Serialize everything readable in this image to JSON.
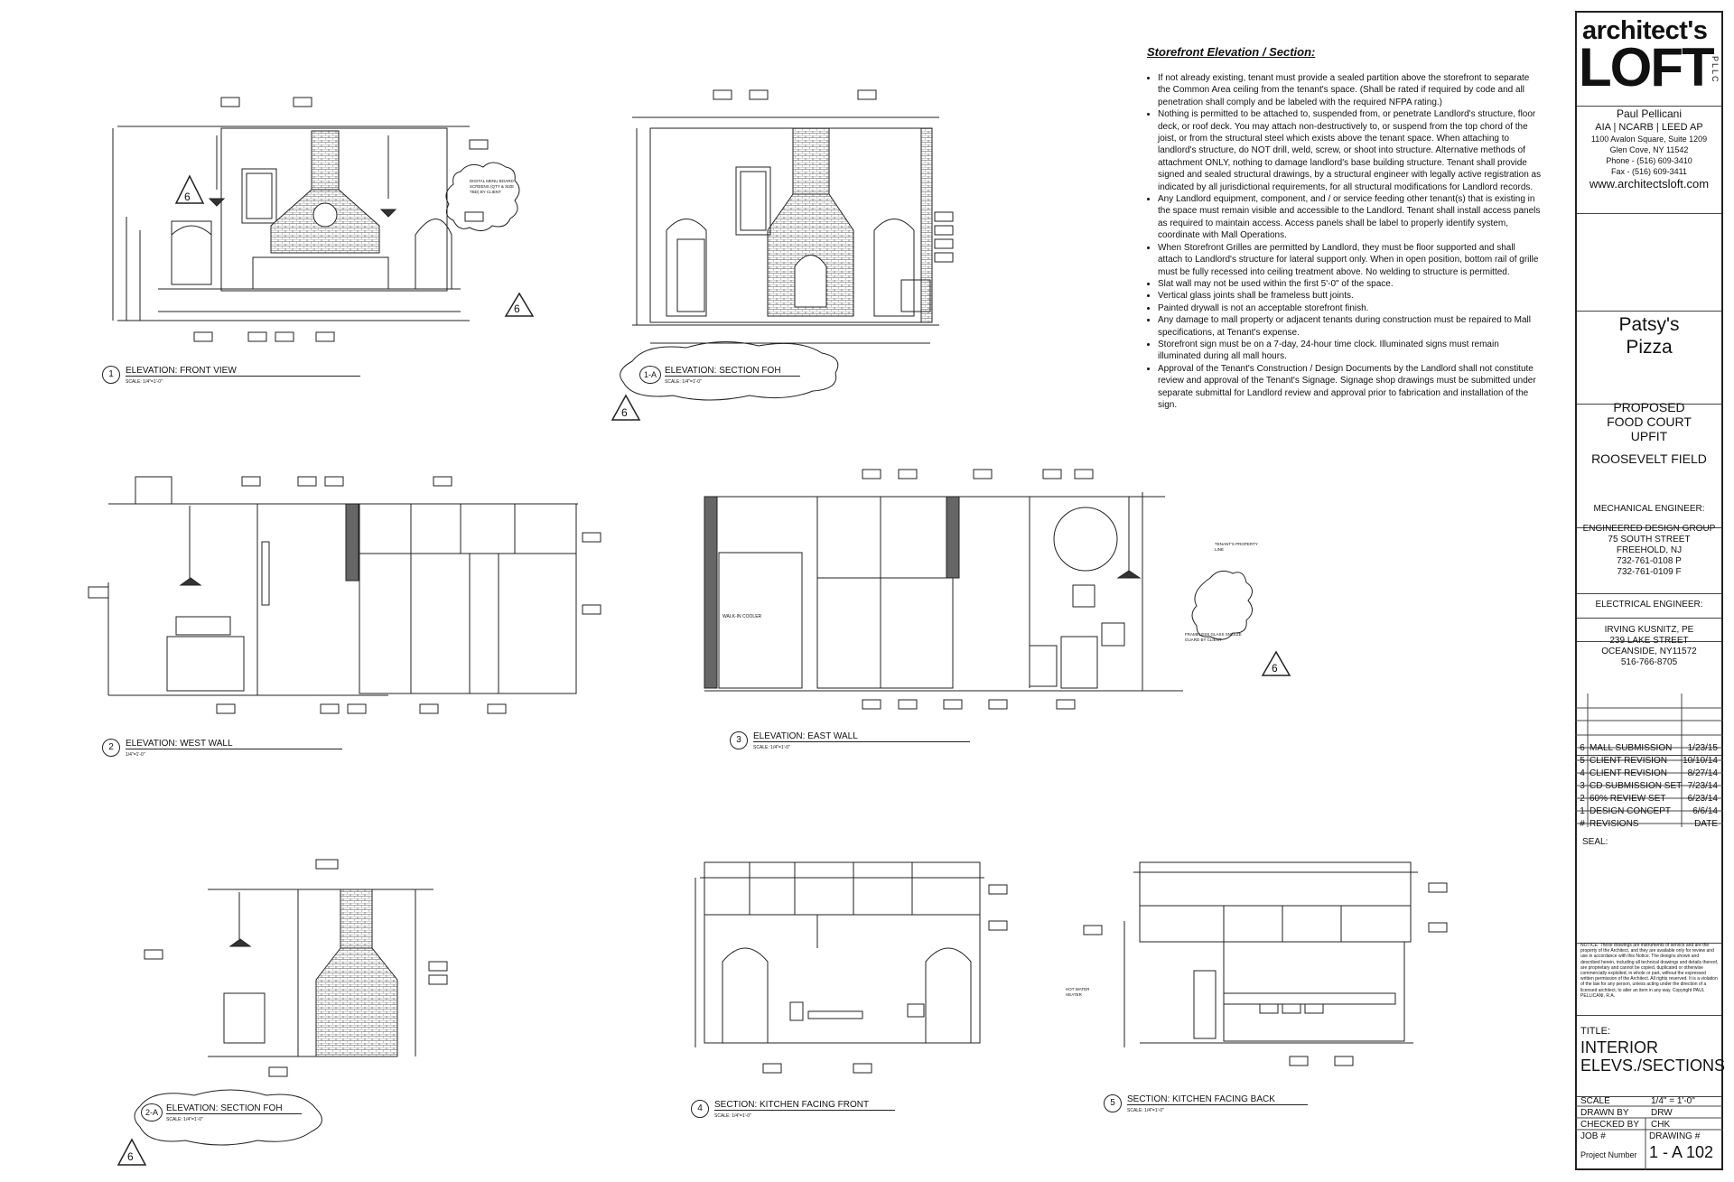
{
  "notes": {
    "title": "Storefront Elevation / Section:",
    "items": [
      "If not already existing, tenant must provide a sealed partition above the storefront to separate the Common Area ceiling from the tenant's space. (Shall be rated if required by code and all penetration shall comply and be labeled with the required NFPA rating.)",
      "Nothing is permitted to be attached to, suspended from, or penetrate Landlord's structure, floor deck, or roof deck. You may attach non-destructively to, or suspend from the top chord of the joist, or from the structural steel which exists above the tenant space. When attaching to landlord's structure, do NOT drill, weld, screw, or shoot into structure. Alternative methods of attachment ONLY, nothing to damage landlord's base building structure. Tenant shall provide signed and sealed structural drawings, by a structural engineer with legally active registration as indicated by all jurisdictional requirements, for all structural modifications for Landlord records.",
      "Any Landlord equipment, component, and / or service feeding other tenant(s) that is existing in the space must remain visible and accessible to the Landlord. Tenant shall install access panels as required to maintain access. Access panels shall be label to properly identify system, coordinate with Mall Operations.",
      "When Storefront Grilles are permitted by Landlord, they must be floor supported and shall attach to Landlord's structure for lateral support only. When in open position, bottom rail of grille must be fully recessed into ceiling treatment above. No welding to structure is permitted.",
      "Slat wall may not be used within the first 5'-0\" of the space.",
      "Vertical glass joints shall be frameless butt joints.",
      "Painted drywall is not an acceptable storefront finish.",
      "Any damage to mall property or adjacent tenants during construction must be repaired to Mall specifications, at Tenant's expense.",
      "Storefront sign must be on a 7-day, 24-hour time clock. Illuminated signs must remain illuminated during all mall hours.",
      "Approval of the Tenant's Construction / Design Documents by the Landlord shall not constitute review and approval of the Tenant's Signage. Signage shop drawings must be submitted under separate submittal for Landlord review and approval prior to fabrication and installation of the sign."
    ]
  },
  "drawings": [
    {
      "num": "1",
      "title": "ELEVATION: FRONT VIEW",
      "scale": "SCALE: 1/4\"=1'-0\""
    },
    {
      "num": "1-A",
      "title": "ELEVATION: SECTION FOH",
      "scale": "SCALE: 1/4\"=1'-0\""
    },
    {
      "num": "2",
      "title": "ELEVATION: WEST WALL",
      "scale": "1/4\"=1'-0\""
    },
    {
      "num": "3",
      "title": "ELEVATION: EAST WALL",
      "scale": "SCALE: 1/4\"=1'-0\""
    },
    {
      "num": "2-A",
      "title": "ELEVATION: SECTION FOH",
      "scale": "SCALE: 1/4\"=1'-0\""
    },
    {
      "num": "4",
      "title": "SECTION: KITCHEN FACING FRONT",
      "scale": "SCALE: 1/4\"=1'-0\""
    },
    {
      "num": "5",
      "title": "SECTION: KITCHEN FACING BACK",
      "scale": "SCALE: 1/4\"=1'-0\""
    }
  ],
  "revision_tag": "6",
  "small_notes": {
    "walk_in": "WALK-IN COOLER",
    "property_line": "TENANT'S PROPERTY LINE",
    "frameless_glass": "FRAMELESS GLASS SNEEZE GUARD BY CLIENT",
    "digital_menu": "DIGITAL MENU BOARD SCREENS (QTY & SIZE TBD) BY CLIENT",
    "hot_water": "HOT WATER HEATER"
  },
  "titleblock": {
    "logo_line1": "architect's",
    "logo_line2": "LOFT",
    "logo_pllc": "PLLC",
    "architect": "Paul Pellicani",
    "credentials": "AIA | NCARB | LEED AP",
    "address1": "1100 Avalon Square, Suite 1209",
    "address2": "Glen Cove, NY 11542",
    "phone": "Phone - (516) 609-3410",
    "fax": "Fax - (516) 609-3411",
    "website": "www.architectsloft.com",
    "project_name_1": "Patsy's",
    "project_name_2": "Pizza",
    "project_desc_1": "PROPOSED",
    "project_desc_2": "FOOD COURT",
    "project_desc_3": "UPFIT",
    "project_location": "ROOSEVELT FIELD",
    "mech_label": "MECHANICAL ENGINEER:",
    "mech_name": "ENGINEERED DESIGN GROUP",
    "mech_addr1": "75 SOUTH STREET",
    "mech_addr2": "FREEHOLD, NJ",
    "mech_phone": "732-761-0108 P",
    "mech_fax": "732-761-0109 F",
    "elec_label": "ELECTRICAL ENGINEER:",
    "elec_name": "IRVING KUSNITZ, PE",
    "elec_addr1": "239 LAKE STREET",
    "elec_addr2": "OCEANSIDE, NY11572",
    "elec_phone": "516-766-8705",
    "revisions": [
      {
        "num": "6",
        "desc": "MALL SUBMISSION",
        "date": "1/23/15"
      },
      {
        "num": "5",
        "desc": "CLIENT REVISION",
        "date": "10/10/14"
      },
      {
        "num": "4",
        "desc": "CLIENT REVISION",
        "date": "8/27/14"
      },
      {
        "num": "3",
        "desc": "CD SUBMISSION SET",
        "date": "7/23/14"
      },
      {
        "num": "2",
        "desc": "60% REVIEW SET",
        "date": "6/23/14"
      },
      {
        "num": "1",
        "desc": "DESIGN CONCEPT",
        "date": "6/6/14"
      },
      {
        "num": "#",
        "desc": "REVISIONS",
        "date": "DATE"
      }
    ],
    "seal": "SEAL:",
    "notice": "NOTICE: These drawings are instruments of service and are the property of the Architect, and they are available only for review and use in accordance with this Notice. The designs shown and described herein, including all technical drawings and details thereof, are proprietary and cannot be copied, duplicated or otherwise commercially exploited, in whole or part, without the expressed written permission of the Architect. All rights reserved. It is a violation of the law for any person, unless acting under the direction of a licensed architect, to alter an item in any way. Copyright PAUL PELLICANI, R.A.",
    "title_label": "TITLE:",
    "title_1": "INTERIOR",
    "title_2": "ELEVS./SECTIONS",
    "scale_label": "SCALE",
    "scale_value": "1/4\" = 1'-0\"",
    "drawn_label": "DRAWN BY",
    "drawn_value": "DRW",
    "checked_label": "CHECKED BY",
    "checked_value": "CHK",
    "job_label": "JOB #",
    "drawing_label": "DRAWING #",
    "project_number_label": "Project Number",
    "drawing_number": "1 - A 102"
  }
}
